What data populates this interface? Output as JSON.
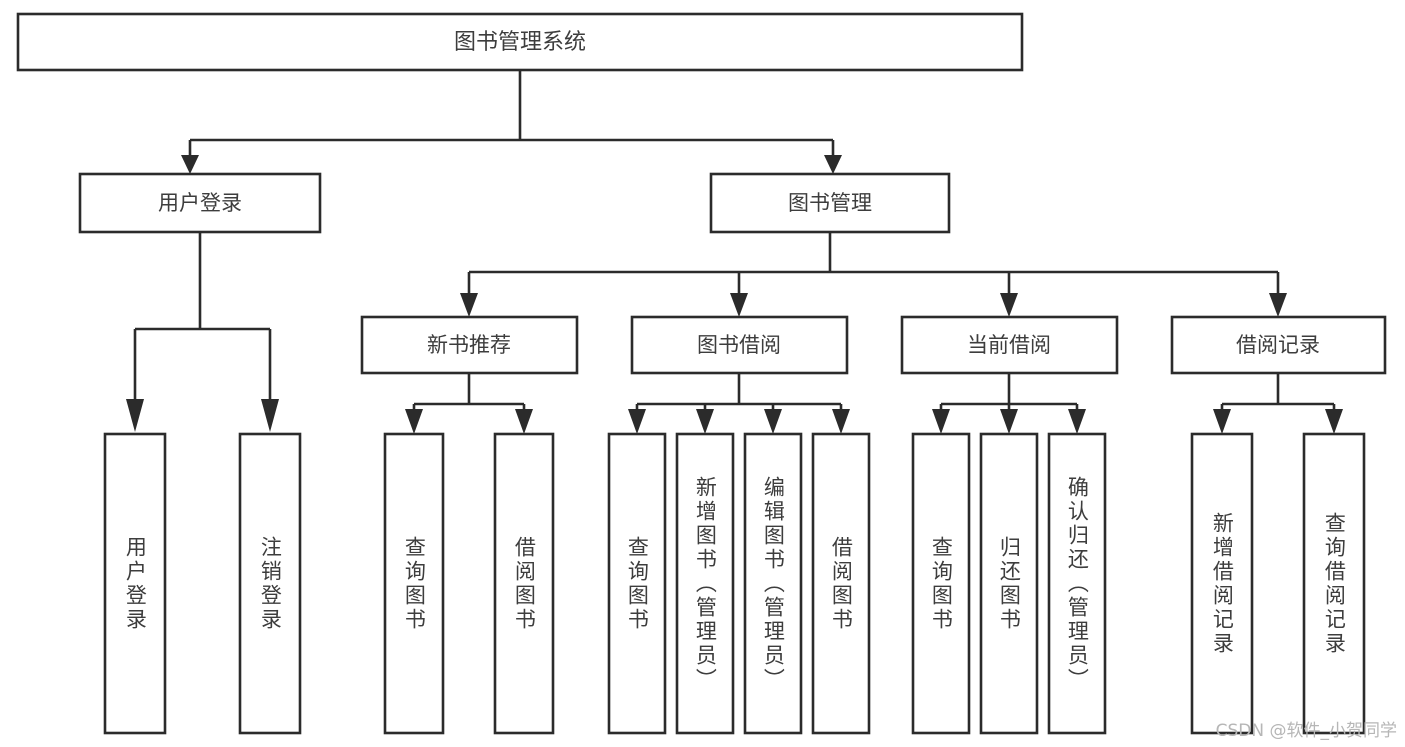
{
  "diagram": {
    "title": "图书管理系统",
    "type": "tree",
    "orientation": "top-down",
    "colors": {
      "background": "#ffffff",
      "box_stroke": "#2b2b2b",
      "box_fill": "#ffffff",
      "text": "#3d3d3d",
      "connector": "#2b2b2b",
      "watermark": "#b6b6b6"
    },
    "root": {
      "id": "root",
      "label": "图书管理系统"
    },
    "level2": [
      {
        "id": "user-login",
        "label": "用户登录"
      },
      {
        "id": "book-manage",
        "label": "图书管理"
      }
    ],
    "level3": [
      {
        "id": "new-book-recommend",
        "label": "新书推荐",
        "parent": "book-manage"
      },
      {
        "id": "book-borrow",
        "label": "图书借阅",
        "parent": "book-manage"
      },
      {
        "id": "current-borrow",
        "label": "当前借阅",
        "parent": "book-manage"
      },
      {
        "id": "borrow-record",
        "label": "借阅记录",
        "parent": "book-manage"
      }
    ],
    "leaves": {
      "user-login": [
        {
          "id": "leaf-user-login",
          "label": "用户登录"
        },
        {
          "id": "leaf-user-logout",
          "label": "注销登录"
        }
      ],
      "new-book-recommend": [
        {
          "id": "leaf-query-book-1",
          "label": "查询图书"
        },
        {
          "id": "leaf-borrow-book-1",
          "label": "借阅图书"
        }
      ],
      "book-borrow": [
        {
          "id": "leaf-query-book-2",
          "label": "查询图书"
        },
        {
          "id": "leaf-add-book",
          "label": "新增图书（管理员）"
        },
        {
          "id": "leaf-edit-book",
          "label": "编辑图书（管理员）"
        },
        {
          "id": "leaf-borrow-book-2",
          "label": "借阅图书"
        }
      ],
      "current-borrow": [
        {
          "id": "leaf-query-book-3",
          "label": "查询图书"
        },
        {
          "id": "leaf-return-book",
          "label": "归还图书"
        },
        {
          "id": "leaf-confirm-return",
          "label": "确认归还（管理员）"
        }
      ],
      "borrow-record": [
        {
          "id": "leaf-add-record",
          "label": "新增借阅记录"
        },
        {
          "id": "leaf-query-record",
          "label": "查询借阅记录"
        }
      ]
    }
  },
  "watermark": {
    "text": "CSDN @软件_小贺同学"
  }
}
